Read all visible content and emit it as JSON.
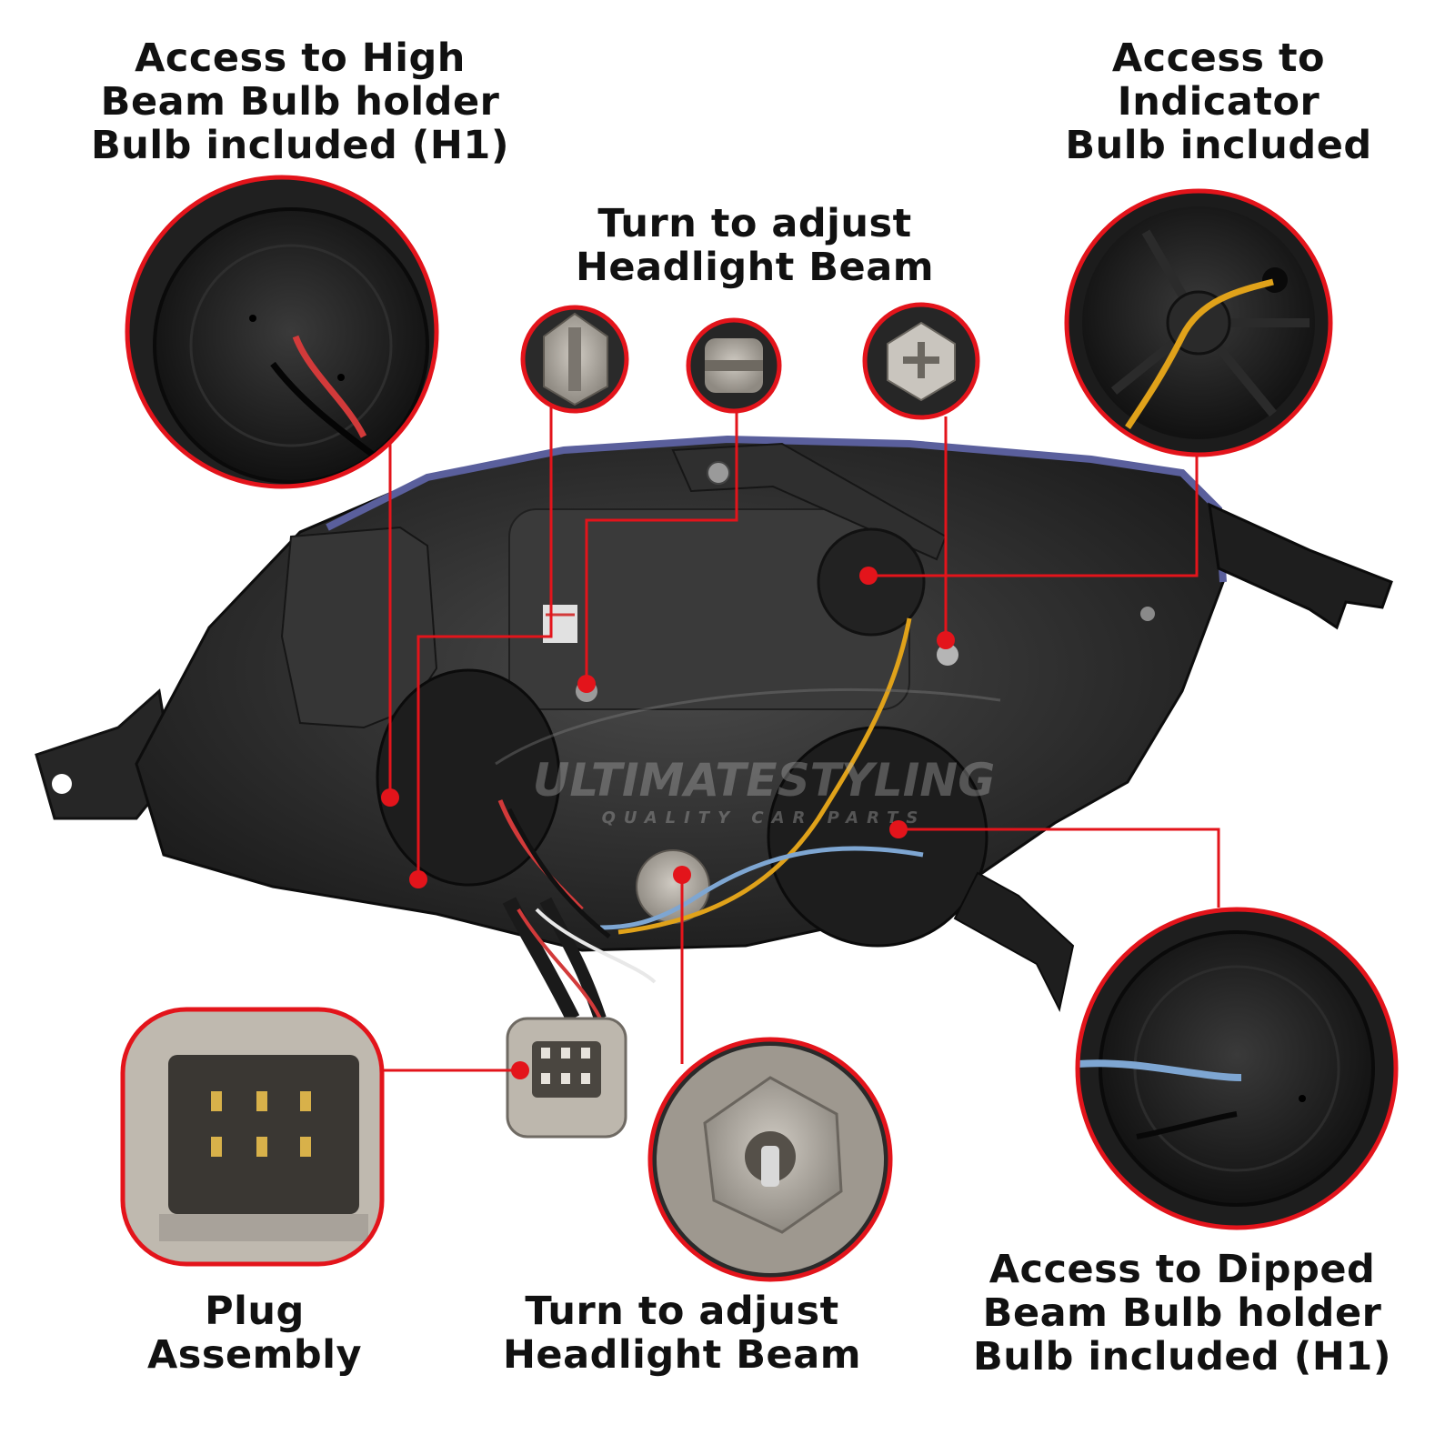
{
  "labels": {
    "high_beam": [
      "Access to High",
      "Beam Bulb holder",
      "Bulb included (H1)"
    ],
    "indicator": [
      "Access to",
      "Indicator",
      "Bulb included"
    ],
    "adjust_top": [
      "Turn to adjust",
      "Headlight Beam"
    ],
    "adjust_bottom": [
      "Turn to adjust",
      "Headlight Beam"
    ],
    "dipped_beam": [
      "Access to Dipped",
      "Beam Bulb holder",
      "Bulb included (H1)"
    ],
    "plug": [
      "Plug",
      "Assembly"
    ]
  },
  "watermark": {
    "brand": "ULTIMATESTYLING",
    "tagline": "QUALITY CAR PARTS"
  },
  "colors": {
    "callout_red": "#e3141b",
    "housing": "#2b2b2b",
    "connector": "#b8b2a8",
    "wire_yellow": "#e0a21a",
    "wire_blue": "#7ea6d2",
    "wire_red": "#d23a3a"
  }
}
